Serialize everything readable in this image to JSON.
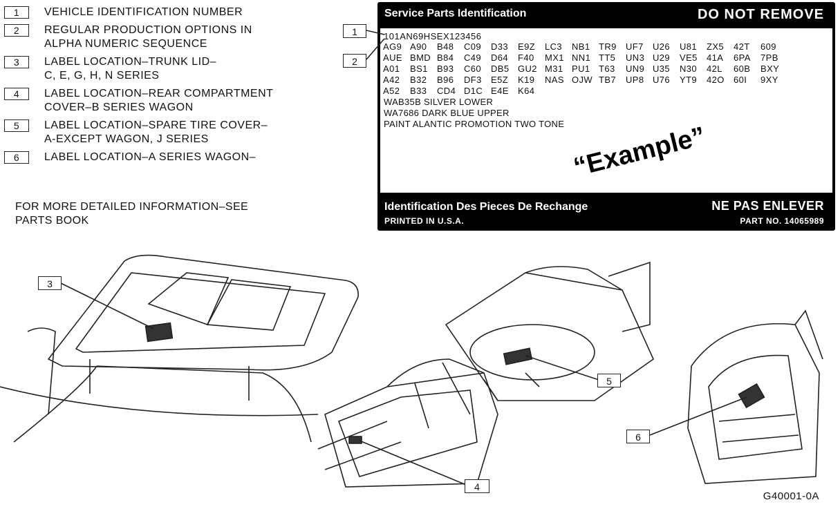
{
  "legend": [
    {
      "num": "1",
      "text": "VEHICLE IDENTIFICATION NUMBER"
    },
    {
      "num": "2",
      "text": "REGULAR PRODUCTION OPTIONS IN\nALPHA NUMERIC SEQUENCE"
    },
    {
      "num": "3",
      "text": "LABEL LOCATION–TRUNK LID–\nC, E, G, H, N SERIES"
    },
    {
      "num": "4",
      "text": "LABEL LOCATION–REAR COMPARTMENT\nCOVER–B SERIES WAGON"
    },
    {
      "num": "5",
      "text": "LABEL LOCATION–SPARE TIRE COVER–\nA-EXCEPT WAGON, J SERIES"
    },
    {
      "num": "6",
      "text": "LABEL LOCATION–A SERIES WAGON–"
    }
  ],
  "more_info": "FOR MORE DETAILED INFORMATION–SEE\nPARTS BOOK",
  "label": {
    "header_left": "Service Parts Identification",
    "header_right": "DO NOT REMOVE",
    "vin": "101AN69HSEX123456",
    "codes": [
      [
        "AG9",
        "A90",
        "B48",
        "C09",
        "D33",
        "E9Z",
        "LC3",
        "NB1",
        "TR9",
        "UF7",
        "U26",
        "U81",
        "ZX5",
        "42T",
        "609"
      ],
      [
        "AUE",
        "BMD",
        "B84",
        "C49",
        "D64",
        "F40",
        "MX1",
        "NN1",
        "TT5",
        "UN3",
        "U29",
        "VE5",
        "41A",
        "6PA",
        "7PB"
      ],
      [
        "A01",
        "BS1",
        "B93",
        "C60",
        "DB5",
        "GU2",
        "M31",
        "PU1",
        "T63",
        "UN9",
        "U35",
        "N30",
        "42L",
        "60B",
        "BXY"
      ],
      [
        "A42",
        "B32",
        "B96",
        "DF3",
        "E5Z",
        "K19",
        "NAS",
        "OJW",
        "TB7",
        "UP8",
        "U76",
        "YT9",
        "42O",
        "60I",
        "9XY"
      ],
      [
        "A52",
        "B33",
        "CD4",
        "D1C",
        "E4E",
        "K64",
        "",
        "",
        "",
        "",
        "",
        "",
        "",
        "",
        ""
      ]
    ],
    "paint_lines": [
      "WAB35B SILVER LOWER",
      "WA7686 DARK BLUE UPPER",
      "PAINT ALANTIC PROMOTION TWO TONE"
    ],
    "example": "“Example”",
    "footer_left": "Identification Des Pieces De Rechange",
    "footer_left_small": "PRINTED IN U.S.A.",
    "footer_right": "NE PAS ENLEVER",
    "footer_right_small": "PART NO. 14065989"
  },
  "callouts": {
    "c1": "1",
    "c2": "2",
    "c3": "3",
    "c4": "4",
    "c5": "5",
    "c6": "6"
  },
  "figure_id": "G40001-0A"
}
